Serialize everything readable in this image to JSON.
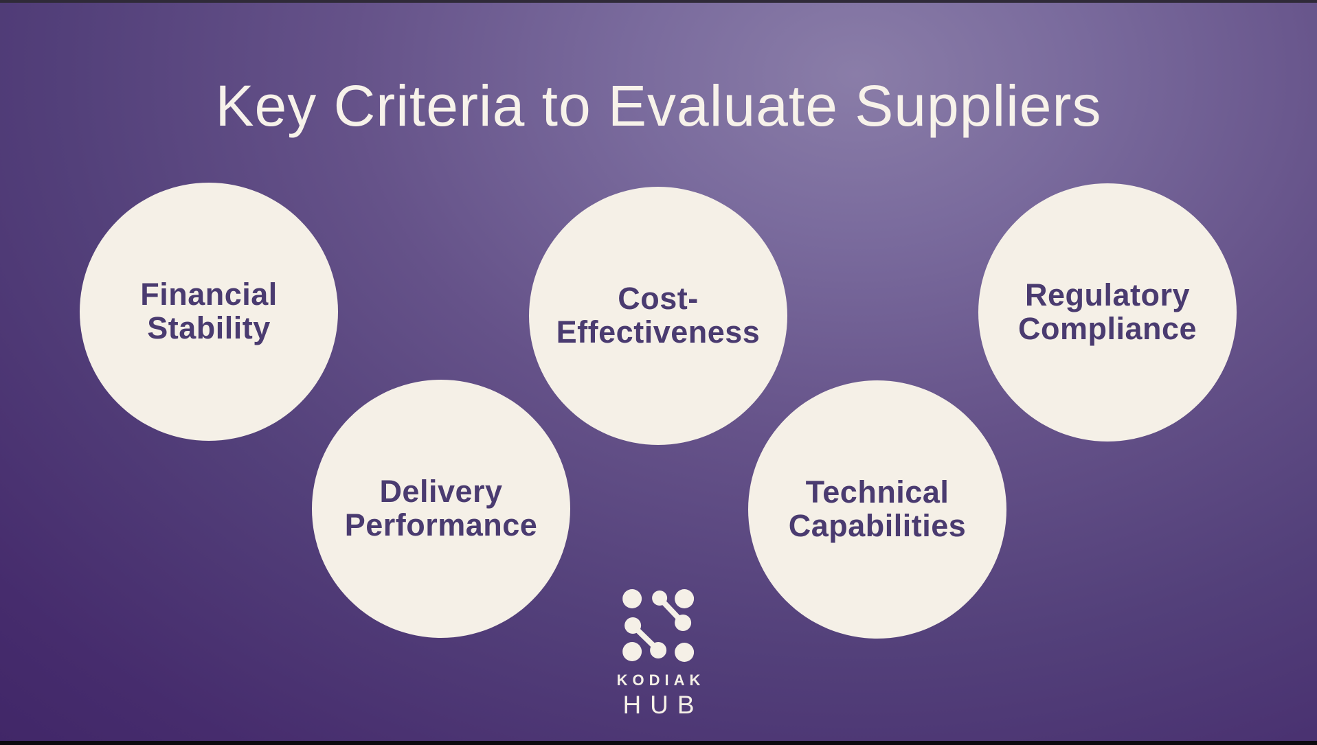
{
  "title": "Key Criteria to Evaluate Suppliers",
  "criteria": [
    {
      "id": "financial-stability",
      "line1": "Financial",
      "line2": "Stability"
    },
    {
      "id": "delivery-performance",
      "line1": "Delivery",
      "line2": "Performance"
    },
    {
      "id": "cost-effectiveness",
      "line1": "Cost-",
      "line2": "Effectiveness"
    },
    {
      "id": "technical-capabilities",
      "line1": "Technical",
      "line2": "Capabilities"
    },
    {
      "id": "regulatory-compliance",
      "line1": "Regulatory",
      "line2": "Compliance"
    }
  ],
  "logo": {
    "mark": "kodiak-hub-dots-mark",
    "word_top": "KODIAK",
    "word_bottom": "HUB"
  },
  "colors": {
    "background_center": "#8A7DA8",
    "background_edge": "#371C5A",
    "circle_fill": "#F5F0E7",
    "circle_text": "#4A3B70",
    "title_text": "#F7F2EA",
    "logo_cream": "#F5F0E7"
  }
}
